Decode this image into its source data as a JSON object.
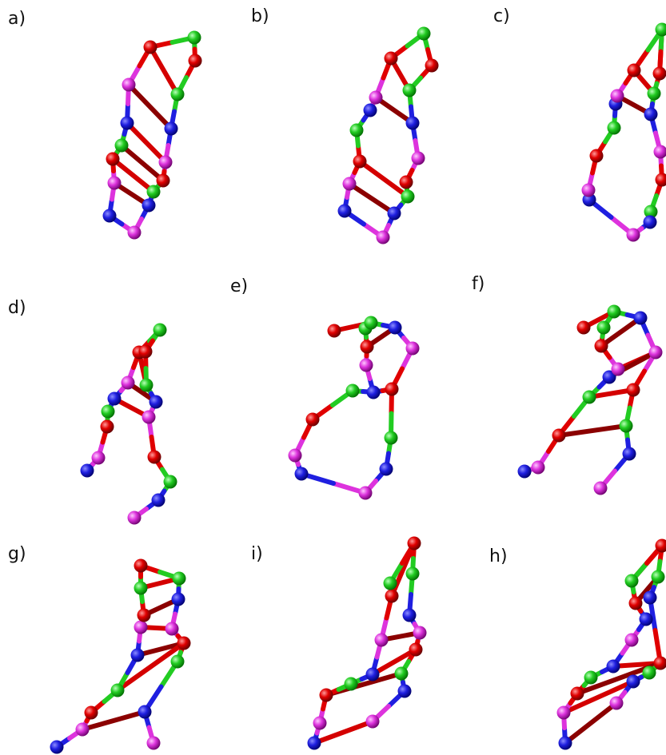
{
  "panels": [
    {
      "id": "a",
      "label": "a)"
    },
    {
      "id": "b",
      "label": "b)"
    },
    {
      "id": "c",
      "label": "c)"
    },
    {
      "id": "d",
      "label": "d)"
    },
    {
      "id": "e",
      "label": "e)"
    },
    {
      "id": "f",
      "label": "f)"
    },
    {
      "id": "g",
      "label": "g)"
    },
    {
      "id": "i",
      "label": "i)"
    },
    {
      "id": "h",
      "label": "h)"
    }
  ],
  "colors": {
    "blue": "#1f1fe0",
    "green": "#22cc22",
    "red": "#e00000",
    "magenta": "#dd33dd",
    "dark_red": "#8b0000"
  }
}
